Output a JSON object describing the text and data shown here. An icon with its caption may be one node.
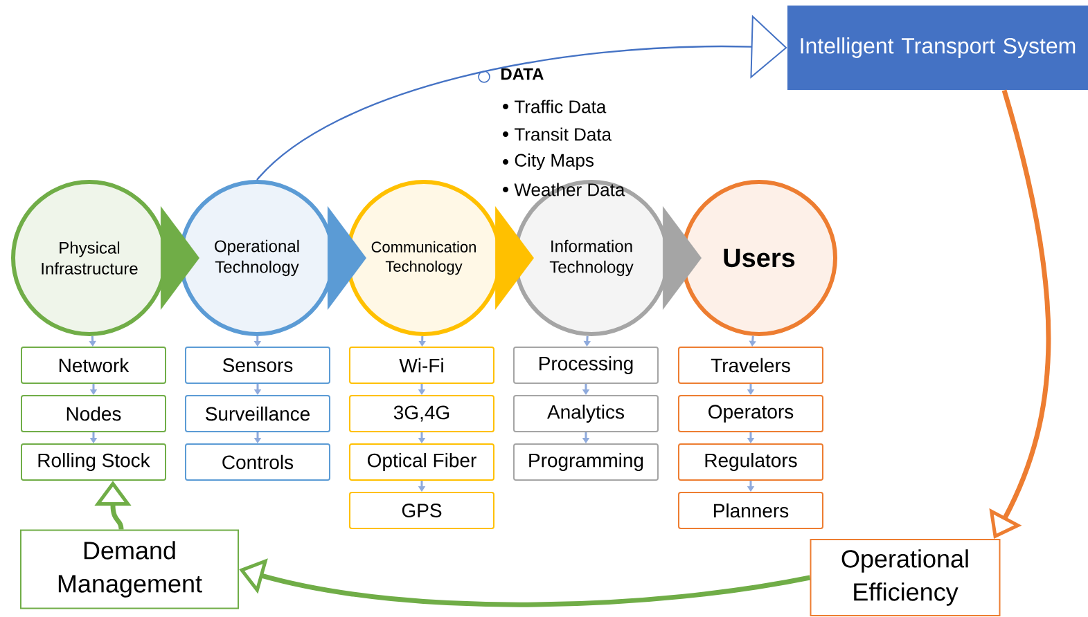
{
  "diagram": {
    "nodes": [
      {
        "text": [
          "Physical Infrastructure"
        ]
      },
      {
        "text": [
          "Operational Technology"
        ]
      },
      {
        "text": [
          "Communication Technology"
        ]
      },
      {
        "text": [
          "Information Technology"
        ]
      },
      {
        "text": [
          "Users"
        ]
      },
      {
        "text": [
          "Network"
        ]
      },
      {
        "text": [
          "Nodes"
        ]
      },
      {
        "text": [
          "Rolling Stock"
        ]
      },
      {
        "text": [
          "Sensors"
        ]
      },
      {
        "text": [
          "Surveillance"
        ]
      },
      {
        "text": [
          "Controls"
        ]
      },
      {
        "text": [
          "Wi-Fi"
        ]
      },
      {
        "text": [
          "3G,4G"
        ]
      },
      {
        "text": [
          "Optical Fiber"
        ]
      },
      {
        "text": [
          "GPS"
        ]
      },
      {
        "text": [
          "Processing"
        ]
      },
      {
        "text": [
          "Analytics"
        ]
      },
      {
        "text": [
          "Programming"
        ]
      },
      {
        "text": [
          "Travelers"
        ]
      },
      {
        "text": [
          "Operators"
        ]
      },
      {
        "text": [
          "Regulators"
        ]
      },
      {
        "text": [
          "Planners"
        ]
      },
      {
        "text": [
          "Intelligent Transport System"
        ]
      },
      {
        "text": [
          "Operational Efficiency"
        ]
      },
      {
        "text": [
          "Demand Management"
        ]
      }
    ],
    "edges": [
      {
        "from": 0,
        "to": 1,
        "arrow": "to",
        "style": "thick",
        "color": "#70ad47"
      },
      {
        "from": 1,
        "to": 2,
        "arrow": "to",
        "style": "thick",
        "color": "#5b9bd5"
      },
      {
        "from": 2,
        "to": 3,
        "arrow": "to",
        "style": "thick",
        "color": "#ffc000"
      },
      {
        "from": 3,
        "to": 4,
        "arrow": "to",
        "style": "thick",
        "color": "#a5a5a5"
      },
      {
        "from": 0,
        "to": 5,
        "arrow": "to"
      },
      {
        "from": 5,
        "to": 6,
        "arrow": "to"
      },
      {
        "from": 6,
        "to": 7,
        "arrow": "to"
      },
      {
        "from": 1,
        "to": 8,
        "arrow": "to"
      },
      {
        "from": 8,
        "to": 9,
        "arrow": "to"
      },
      {
        "from": 9,
        "to": 10,
        "arrow": "to"
      },
      {
        "from": 2,
        "to": 11,
        "arrow": "to"
      },
      {
        "from": 11,
        "to": 12,
        "arrow": "to"
      },
      {
        "from": 12,
        "to": 13,
        "arrow": "to"
      },
      {
        "from": 13,
        "to": 14,
        "arrow": "to"
      },
      {
        "from": 3,
        "to": 15,
        "arrow": "to"
      },
      {
        "from": 15,
        "to": 16,
        "arrow": "to"
      },
      {
        "from": 16,
        "to": 17,
        "arrow": "to"
      },
      {
        "from": 4,
        "to": 18,
        "arrow": "to"
      },
      {
        "from": 18,
        "to": 19,
        "arrow": "to"
      },
      {
        "from": 19,
        "to": 20,
        "arrow": "to"
      },
      {
        "from": 20,
        "to": 21,
        "arrow": "to"
      },
      {
        "from": 1,
        "to": 22,
        "arrow": "to",
        "color": "#4472c4"
      },
      {
        "from": 22,
        "to": 23,
        "arrow": "to",
        "style": "thick",
        "color": "#ed7d31"
      },
      {
        "from": 23,
        "to": 24,
        "arrow": "to",
        "style": "thick",
        "color": "#70ad47"
      },
      {
        "from": 24,
        "to": 7,
        "arrow": "to",
        "style": "thick",
        "color": "#70ad47"
      }
    ],
    "labels": [
      "DATA",
      "Traffic Data",
      "Transit Data",
      "City Maps",
      "Weather Data"
    ]
  }
}
